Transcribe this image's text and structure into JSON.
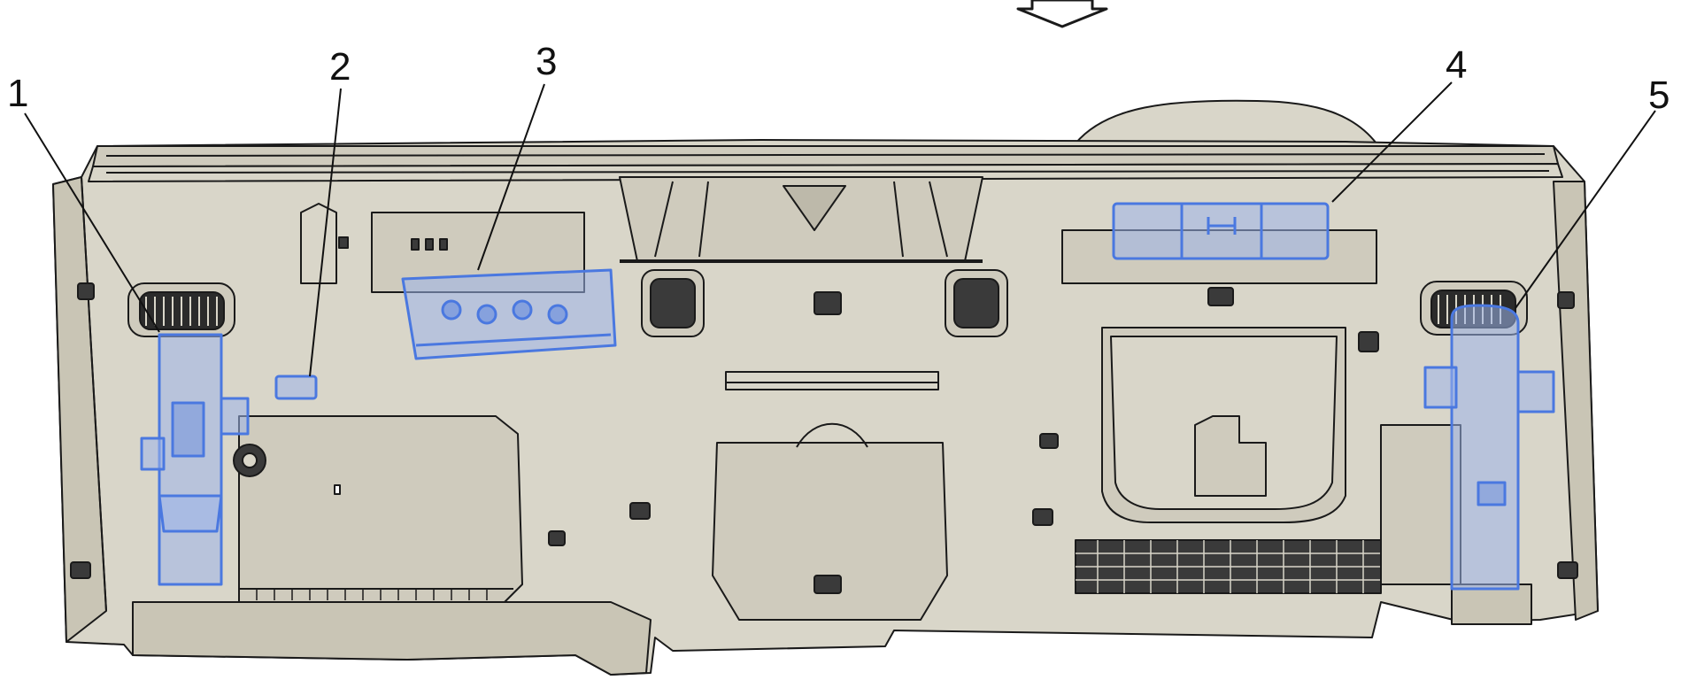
{
  "colors": {
    "panel_fill": "#d9d6c9",
    "panel_fill_dark": "#c9c5b5",
    "line": "#1a1a1a",
    "highlight_fill": "#9db4ea",
    "highlight_stroke": "#4a78e0",
    "background": "#ffffff"
  },
  "icons": {
    "front_direction_arrow": "arrow-down-icon"
  },
  "callouts": [
    {
      "id": "1",
      "label": "1"
    },
    {
      "id": "2",
      "label": "2"
    },
    {
      "id": "3",
      "label": "3"
    },
    {
      "id": "4",
      "label": "4"
    },
    {
      "id": "5",
      "label": "5"
    }
  ]
}
